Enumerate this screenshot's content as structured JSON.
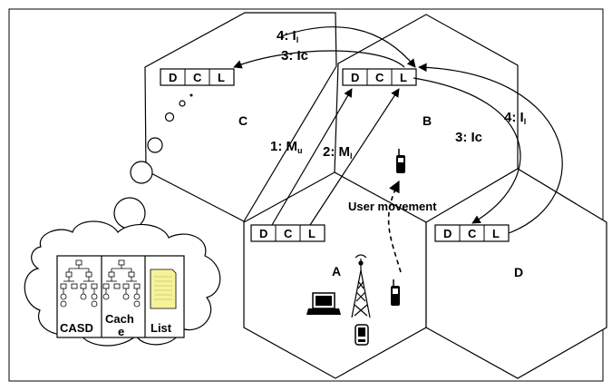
{
  "cells": {
    "a": "A",
    "b": "B",
    "c": "C",
    "d": "D"
  },
  "dcl": {
    "d": "D",
    "c": "C",
    "l": "L"
  },
  "messages": {
    "m1_prefix": "1: M",
    "m1_sub": "u",
    "m2_prefix": "2: M",
    "m2_sub": "l",
    "ic_top": "3: Ic",
    "ic_right": "3: Ic",
    "il_top_prefix": "4: I",
    "il_top_sub": "l",
    "il_right_prefix": "4: I",
    "il_right_sub": "l"
  },
  "user_movement": "User movement",
  "legend": {
    "casd": "CASD",
    "cache_line1": "Cach",
    "cache_line2": "e",
    "list": "List"
  },
  "colors": {
    "line": "#000000",
    "list_doc": "#f6f29a"
  },
  "icons": {
    "laptop": "laptop-icon",
    "tower": "antenna-tower-icon",
    "pda": "pda-icon",
    "phone": "mobile-phone-icon"
  }
}
